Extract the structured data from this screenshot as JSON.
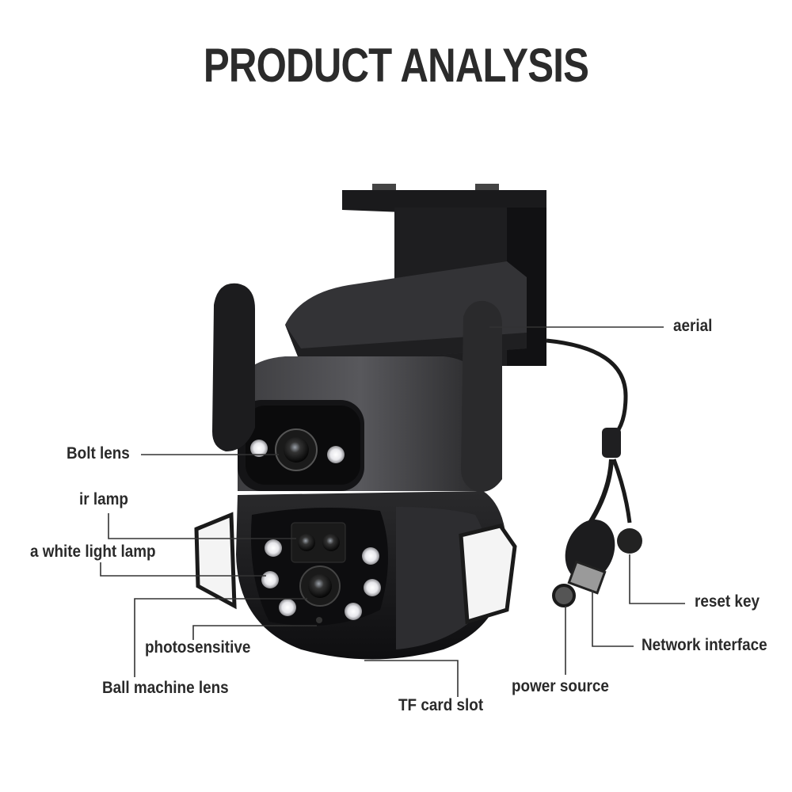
{
  "title": "PRODUCT ANALYSIS",
  "labels": {
    "aerial": "aerial",
    "bolt_lens": "Bolt lens",
    "ir_lamp": "ir lamp",
    "white_light_lamp": "a white light lamp",
    "reset_key": "reset key",
    "network_interface": "Network interface",
    "photosensitive": "photosensitive",
    "ball_machine_lens": "Ball machine lens",
    "power_source": "power source",
    "tf_card_slot": "TF card slot"
  },
  "colors": {
    "text": "#2a2a2a",
    "body_dark": "#1c1c1e",
    "body_mid": "#3a3a3d",
    "leader_line": "#333333"
  }
}
